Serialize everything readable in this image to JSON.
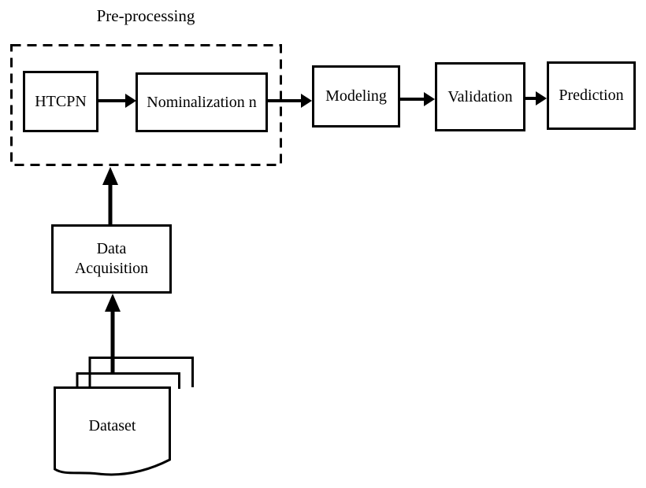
{
  "diagram": {
    "group_label": "Pre-processing",
    "nodes": {
      "htcpn": {
        "label": "HTCPN"
      },
      "nominalization": {
        "label": "Nominalization n"
      },
      "modeling": {
        "label": "Modeling"
      },
      "validation": {
        "label": "Validation"
      },
      "prediction": {
        "label": "Prediction"
      },
      "data_acquisition": {
        "line1": "Data",
        "line2": "Acquisition"
      },
      "dataset": {
        "label": "Dataset"
      }
    },
    "edges": [
      {
        "from": "HTCPN",
        "to": "Nominalization n"
      },
      {
        "from": "Nominalization n",
        "to": "Modeling"
      },
      {
        "from": "Modeling",
        "to": "Validation"
      },
      {
        "from": "Validation",
        "to": "Prediction"
      },
      {
        "from": "Data Acquisition",
        "to": "Pre-processing"
      },
      {
        "from": "Dataset",
        "to": "Data Acquisition"
      }
    ],
    "colors": {
      "stroke": "#000000",
      "background": "#ffffff"
    }
  }
}
